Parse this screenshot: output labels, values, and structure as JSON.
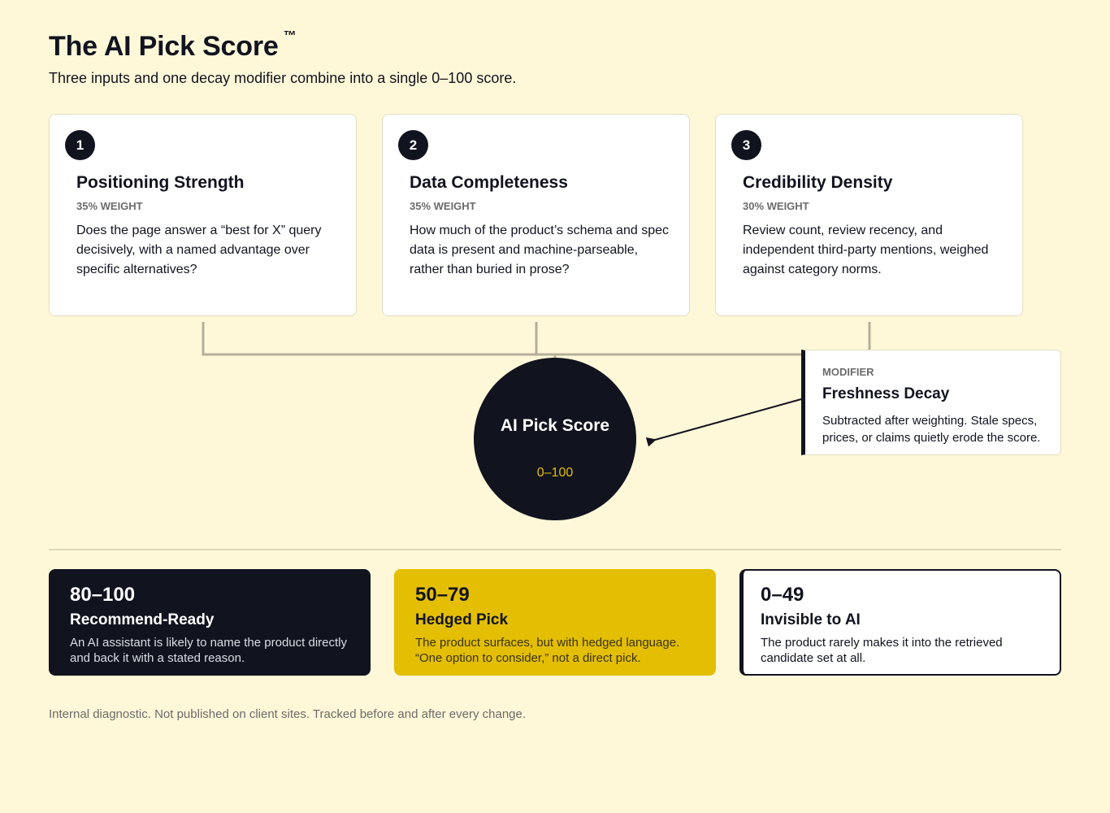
{
  "header": {
    "title": "The AI Pick Score",
    "trademark": "™",
    "subtitle": "Three inputs and one decay modifier combine into a single 0–100 score."
  },
  "inputs": [
    {
      "number": "1",
      "title": "Positioning Strength",
      "weight": "35% WEIGHT",
      "description": "Does the page answer a “best for X” query decisively, with a named advantage over specific alternatives?"
    },
    {
      "number": "2",
      "title": "Data Completeness",
      "weight": "35% WEIGHT",
      "description": "How much of the product’s schema and spec data is present and machine-parseable, rather than buried in prose?"
    },
    {
      "number": "3",
      "title": "Credibility Density",
      "weight": "30% WEIGHT",
      "description": "Review count, review recency, and independent third-party mentions, weighed against category norms."
    }
  ],
  "score": {
    "title": "AI Pick Score",
    "range": "0–100"
  },
  "modifier": {
    "label": "MODIFIER",
    "title": "Freshness Decay",
    "description": "Subtracted after weighting. Stale specs, prices, or claims quietly erode the score."
  },
  "bands": [
    {
      "range": "80–100",
      "name": "Recommend-Ready",
      "description": "An AI assistant is likely to name the product directly and back it with a stated reason."
    },
    {
      "range": "50–79",
      "name": "Hedged Pick",
      "description": "The product surfaces, but with hedged language. “One option to consider,” not a direct pick."
    },
    {
      "range": "0–49",
      "name": "Invisible to AI",
      "description": "The product rarely makes it into the retrieved candidate set at all."
    }
  ],
  "footer": {
    "note": "Internal diagnostic. Not published on client sites. Tracked before and after every change."
  },
  "colors": {
    "background": "#fff8d8",
    "dark": "#11131f",
    "accent": "#e3be02",
    "connector": "#b5b09b"
  }
}
